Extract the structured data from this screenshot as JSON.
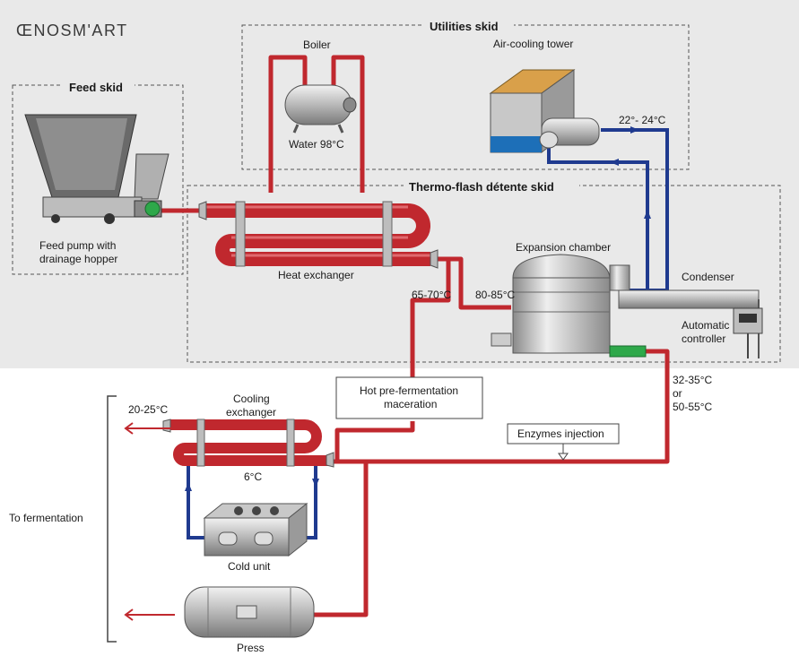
{
  "logo": "ŒNOSM'ART",
  "skids": {
    "feed": "Feed skid",
    "utilities": "Utilities skid",
    "thermo": "Thermo-flash détente skid"
  },
  "labels": {
    "boiler": "Boiler",
    "air_cooling_tower": "Air-cooling tower",
    "water_temp": "Water 98°C",
    "tower_temp": "22°- 24°C",
    "feed_pump_1": "Feed pump with",
    "feed_pump_2": "drainage hopper",
    "heat_exchanger": "Heat exchanger",
    "expansion_chamber": "Expansion chamber",
    "condenser": "Condenser",
    "automatic_1": "Automatic",
    "automatic_2": "controller",
    "temp_65_70": "65-70°C",
    "temp_80_85": "80-85°C",
    "hot_maceration_1": "Hot pre-fermentation",
    "hot_maceration_2": "maceration",
    "temp_32_35": "32-35°C",
    "temp_or": "or",
    "temp_50_55": "50-55°C",
    "temp_20_25": "20-25°C",
    "cooling_exchanger_1": "Cooling",
    "cooling_exchanger_2": "exchanger",
    "temp_6": "6°C",
    "enzymes": "Enzymes injection",
    "to_fermentation": "To fermentation",
    "cold_unit": "Cold unit",
    "press": "Press"
  },
  "colors": {
    "hot_pipe": "#c0282e",
    "cold_pipe": "#1f3a8f",
    "panel_bg": "#e9e9e9",
    "metal": "#bfbfbf"
  }
}
